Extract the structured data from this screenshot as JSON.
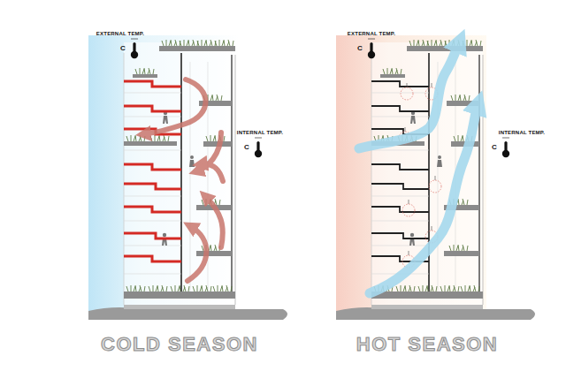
{
  "diagram": {
    "labels": [
      "EXTERNAL TEMP.",
      "C",
      "INTERNAL TEMP.",
      "C",
      "EXTERNAL TEMP.",
      "C",
      "INTERNAL TEMP.",
      "C",
      "COLD SEASON",
      "HOT SEASON"
    ]
  }
}
